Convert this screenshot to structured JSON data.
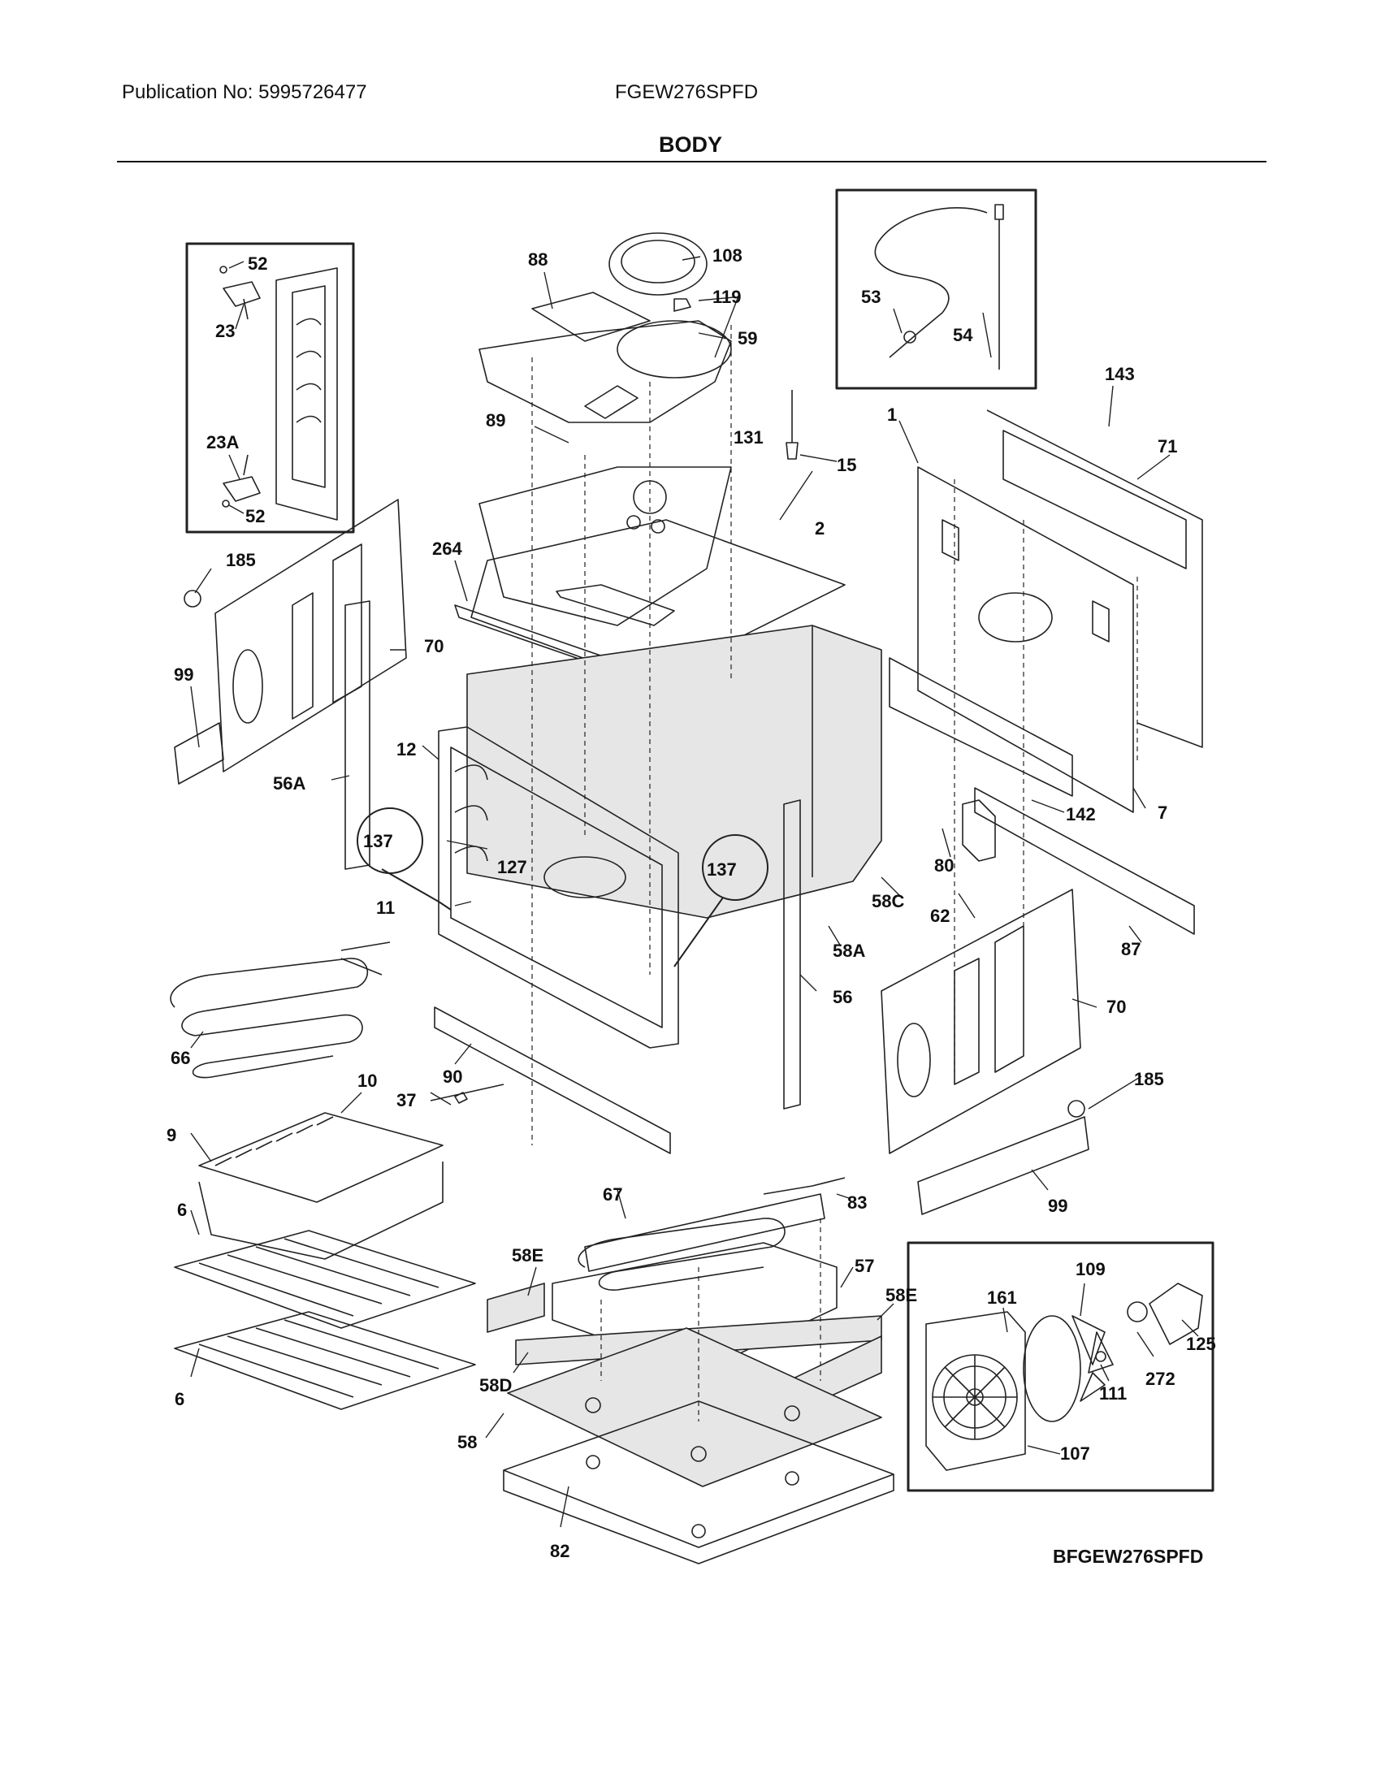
{
  "header": {
    "publication": "Publication No: 5995726477",
    "model": "FGEW276SPFD",
    "title": "BODY"
  },
  "diagram_code": "BFGEW276SPFD",
  "callouts": [
    {
      "id": "c52a",
      "text": "52"
    },
    {
      "id": "c23",
      "text": "23"
    },
    {
      "id": "c23a",
      "text": "23A"
    },
    {
      "id": "c52b",
      "text": "52"
    },
    {
      "id": "c185a",
      "text": "185"
    },
    {
      "id": "c99a",
      "text": "99"
    },
    {
      "id": "c70a",
      "text": "70"
    },
    {
      "id": "c56a",
      "text": "56A"
    },
    {
      "id": "c264",
      "text": "264"
    },
    {
      "id": "c88",
      "text": "88"
    },
    {
      "id": "c108",
      "text": "108"
    },
    {
      "id": "c119",
      "text": "119"
    },
    {
      "id": "c59",
      "text": "59"
    },
    {
      "id": "c89",
      "text": "89"
    },
    {
      "id": "c131",
      "text": "131"
    },
    {
      "id": "c15",
      "text": "15"
    },
    {
      "id": "c2",
      "text": "2"
    },
    {
      "id": "c53",
      "text": "53"
    },
    {
      "id": "c54",
      "text": "54"
    },
    {
      "id": "c143",
      "text": "143"
    },
    {
      "id": "c1",
      "text": "1"
    },
    {
      "id": "c71",
      "text": "71"
    },
    {
      "id": "c7",
      "text": "7"
    },
    {
      "id": "c142",
      "text": "142"
    },
    {
      "id": "c80",
      "text": "80"
    },
    {
      "id": "c58c",
      "text": "58C"
    },
    {
      "id": "c62",
      "text": "62"
    },
    {
      "id": "c87",
      "text": "87"
    },
    {
      "id": "c12",
      "text": "12"
    },
    {
      "id": "c137a",
      "text": "137"
    },
    {
      "id": "c137b",
      "text": "137"
    },
    {
      "id": "c127",
      "text": "127"
    },
    {
      "id": "c11",
      "text": "11"
    },
    {
      "id": "c58a",
      "text": "58A"
    },
    {
      "id": "c56",
      "text": "56"
    },
    {
      "id": "c70b",
      "text": "70"
    },
    {
      "id": "c185b",
      "text": "185"
    },
    {
      "id": "c99b",
      "text": "99"
    },
    {
      "id": "c66",
      "text": "66"
    },
    {
      "id": "c90",
      "text": "90"
    },
    {
      "id": "c10",
      "text": "10"
    },
    {
      "id": "c37",
      "text": "37"
    },
    {
      "id": "c9",
      "text": "9"
    },
    {
      "id": "c6a",
      "text": "6"
    },
    {
      "id": "c6b",
      "text": "6"
    },
    {
      "id": "c67",
      "text": "67"
    },
    {
      "id": "c83",
      "text": "83"
    },
    {
      "id": "c58e1",
      "text": "58E"
    },
    {
      "id": "c57",
      "text": "57"
    },
    {
      "id": "c58e2",
      "text": "58E"
    },
    {
      "id": "c58d",
      "text": "58D"
    },
    {
      "id": "c58",
      "text": "58"
    },
    {
      "id": "c82",
      "text": "82"
    },
    {
      "id": "c109",
      "text": "109"
    },
    {
      "id": "c161",
      "text": "161"
    },
    {
      "id": "c125",
      "text": "125"
    },
    {
      "id": "c111",
      "text": "111"
    },
    {
      "id": "c272",
      "text": "272"
    },
    {
      "id": "c107",
      "text": "107"
    }
  ]
}
